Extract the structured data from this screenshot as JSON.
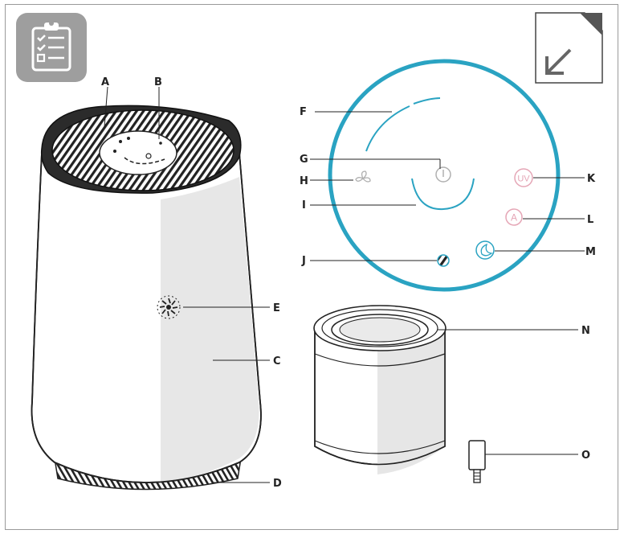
{
  "labels": {
    "A": "A",
    "B": "B",
    "C": "C",
    "D": "D",
    "E": "E",
    "F": "F",
    "G": "G",
    "H": "H",
    "I": "I",
    "J": "J",
    "K": "K",
    "L": "L",
    "M": "M",
    "N": "N",
    "O": "O"
  },
  "panel_icons": {
    "uv": "UV",
    "auto": "A"
  },
  "icons": {
    "header_left": "clipboard-checklist-icon",
    "header_right": "page-corner-arrow-icon"
  },
  "colors": {
    "accent_ring": "#2aa3c2",
    "badge_gray": "#9e9e9e",
    "panel_icon_pink": "#e5a6b6"
  }
}
